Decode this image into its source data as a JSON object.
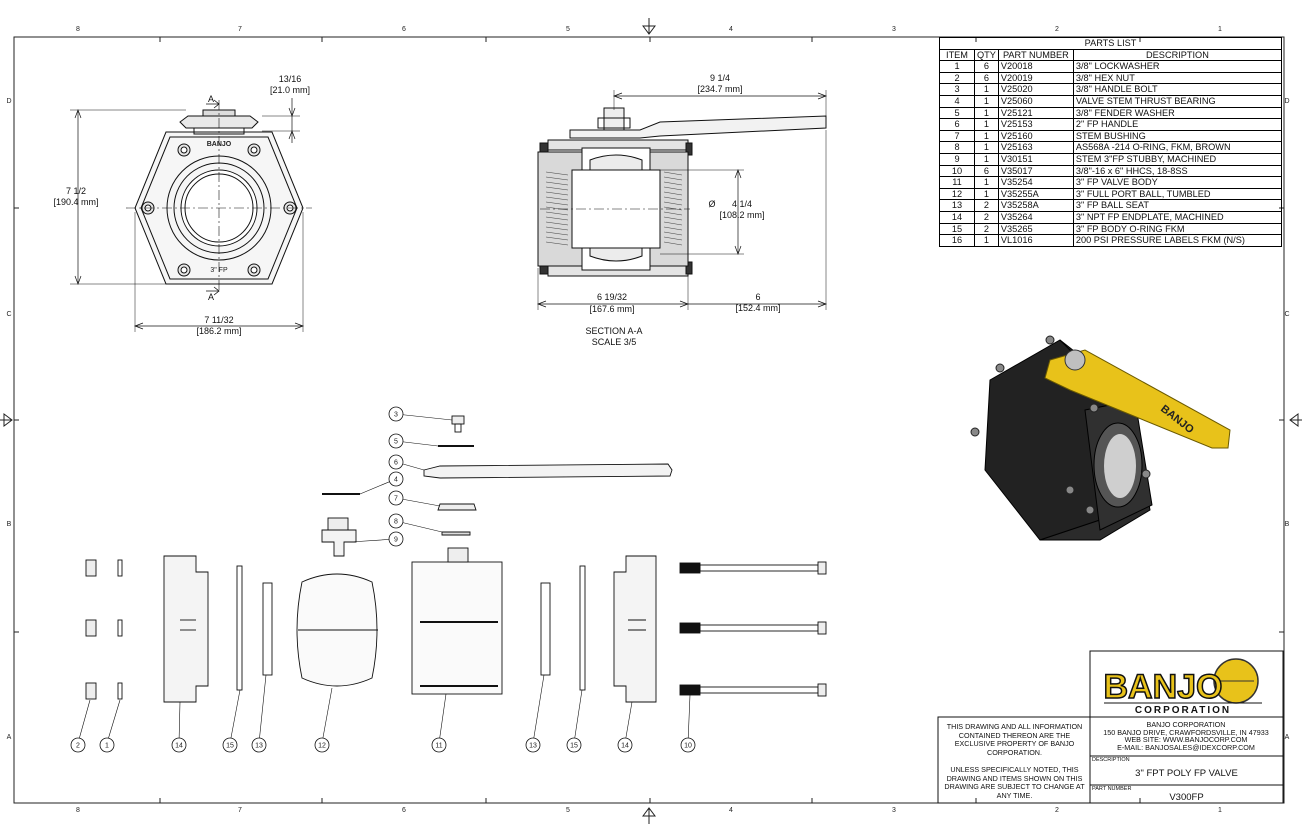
{
  "sheet": {
    "zone_numbers": [
      "8",
      "7",
      "6",
      "5",
      "4",
      "3",
      "2",
      "1"
    ],
    "zone_letters": [
      "D",
      "C",
      "B",
      "A"
    ]
  },
  "dimensions": {
    "top_view": {
      "height_a": "13/16",
      "height_a_mm": "[21.0 mm]",
      "height_total": "7 1/2",
      "height_total_mm": "[190.4 mm]",
      "width_total": "7 11/32",
      "width_total_mm": "[186.2 mm]",
      "section_mark": "A",
      "body_label": "BANJO",
      "size_label": "3\" FP"
    },
    "section_view": {
      "handle_length": "9 1/4",
      "handle_length_mm": "[234.7 mm]",
      "bore": "Ø",
      "bore_value": "4 1/4",
      "bore_mm": "[108.2 mm]",
      "length_body": "6 19/32",
      "length_body_mm": "[167.6 mm]",
      "handle_overhang": "6",
      "handle_overhang_mm": "[152.4 mm]",
      "caption": "SECTION A-A",
      "scale": "SCALE 3/5"
    }
  },
  "parts_list": {
    "title": "PARTS LIST",
    "columns": [
      "ITEM",
      "QTY",
      "PART NUMBER",
      "DESCRIPTION"
    ],
    "rows": [
      [
        "1",
        "6",
        "V20018",
        "3/8\" LOCKWASHER"
      ],
      [
        "2",
        "6",
        "V20019",
        "3/8\" HEX NUT"
      ],
      [
        "3",
        "1",
        "V25020",
        "3/8\" HANDLE BOLT"
      ],
      [
        "4",
        "1",
        "V25060",
        "VALVE STEM THRUST BEARING"
      ],
      [
        "5",
        "1",
        "V25121",
        "3/8\" FENDER WASHER"
      ],
      [
        "6",
        "1",
        "V25153",
        "2\" FP HANDLE"
      ],
      [
        "7",
        "1",
        "V25160",
        "STEM BUSHING"
      ],
      [
        "8",
        "1",
        "V25163",
        "AS568A -214 O-RING, FKM, BROWN"
      ],
      [
        "9",
        "1",
        "V30151",
        "STEM 3\"FP STUBBY, MACHINED"
      ],
      [
        "10",
        "6",
        "V35017",
        "3/8\"-16 x 6\" HHCS, 18-8SS"
      ],
      [
        "11",
        "1",
        "V35254",
        "3\" FP VALVE BODY"
      ],
      [
        "12",
        "1",
        "V35255A",
        "3\" FULL PORT BALL, TUMBLED"
      ],
      [
        "13",
        "2",
        "V35258A",
        "3\" FP BALL SEAT"
      ],
      [
        "14",
        "2",
        "V35264",
        "3\" NPT FP ENDPLATE, MACHINED"
      ],
      [
        "15",
        "2",
        "V35265",
        "3\" FP BODY O-RING FKM"
      ],
      [
        "16",
        "1",
        "VL1016",
        "200 PSI PRESSURE LABELS FKM (N/S)"
      ]
    ]
  },
  "balloons": {
    "exploded_stack": [
      "3",
      "5",
      "6",
      "4",
      "7",
      "8",
      "9"
    ],
    "bottom_row": [
      "2",
      "1",
      "14",
      "15",
      "13",
      "12",
      "11",
      "13",
      "15",
      "14",
      "10"
    ]
  },
  "title_block": {
    "logo_text": "BANJO",
    "logo_sub": "CORPORATION",
    "company": "BANJO CORPORATION",
    "address": "150 BANJO DRIVE, CRAWFORDSVILLE, IN 47933",
    "website": "WEB SITE: WWW.BANJOCORP.COM",
    "email": "E-MAIL: BANJOSALES@IDEXCORP.COM",
    "property_note": "THIS DRAWING AND ALL INFORMATION CONTAINED THEREON ARE THE EXCLUSIVE PROPERTY OF BANJO CORPORATION.",
    "change_note": "UNLESS SPECIFICALLY NOTED, THIS DRAWING AND ITEMS SHOWN ON THIS DRAWING ARE SUBJECT TO CHANGE AT ANY TIME.",
    "description_label": "DESCRIPTION",
    "description": "3\" FPT POLY FP VALVE",
    "part_number_label": "PART NUMBER",
    "part_number": "V300FP"
  },
  "colors": {
    "line": "#111111",
    "handle_yellow": "#e8c21a",
    "body_black": "#1f1f1f"
  }
}
